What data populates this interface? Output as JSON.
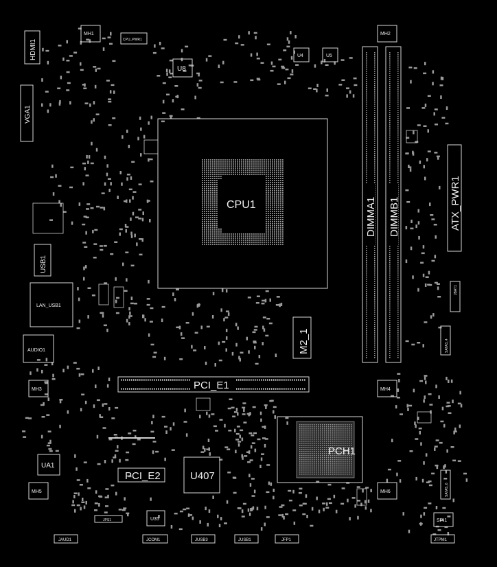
{
  "components": {
    "hdmi": "HDMI1",
    "mh1": "MH1",
    "cpu_pwr": "CPU_PWR1",
    "u8": "U8",
    "u4": "U4",
    "u5": "U5",
    "mh2": "MH2",
    "vga": "VGA1",
    "cpu": "CPU1",
    "dimma": "DIMMA1",
    "dimmb": "DIMMB1",
    "atx": "ATX_PWR1",
    "usb": "USB1",
    "lan_usb": "LAN_USB1",
    "audio": "AUDIO1",
    "m2": "M2_1",
    "mh3": "MH3",
    "pci_e1": "PCI_E1",
    "mh4": "MH4",
    "pch": "PCH1",
    "ua1": "UA1",
    "pci_e2": "PCI_E2",
    "u407": "U407",
    "mh5": "MH5",
    "mh6": "MH6",
    "u35": "U35",
    "spi1": "SPI1",
    "jaud1": "JAUD1",
    "jcom1": "JCOM1",
    "jusb3": "JUSB3",
    "jusb1": "JUSB1",
    "jfp1": "JFP1",
    "jtpm1": "JTPM1",
    "sata3_4": "SATA3_4",
    "sata5_6": "SATA5_6",
    "jbat1": "JBAT1",
    "jps1": "JPS1"
  }
}
